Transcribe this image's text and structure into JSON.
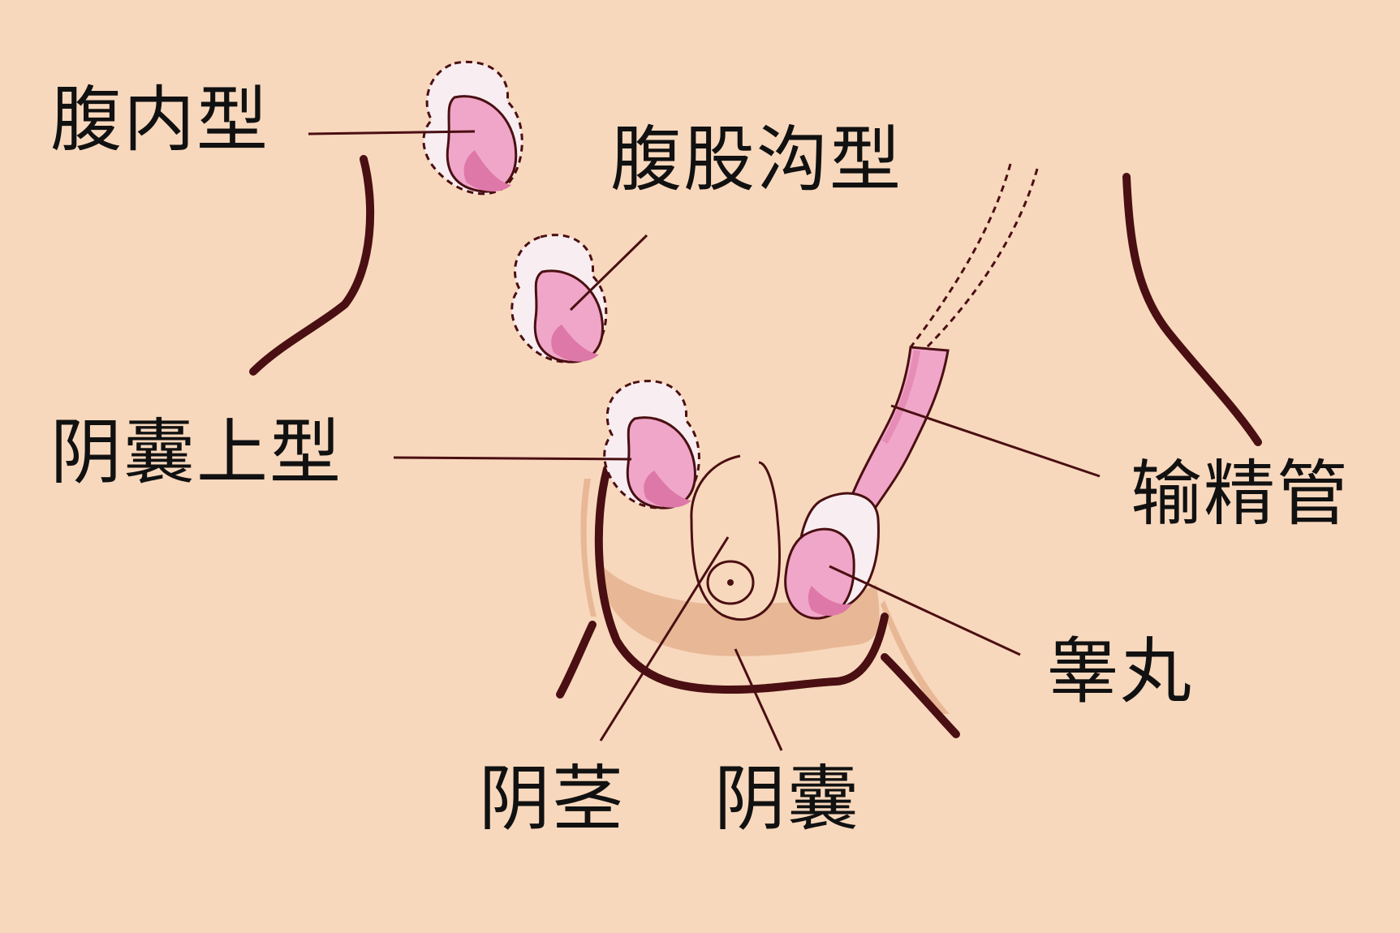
{
  "labels": {
    "abdominal": "腹内型",
    "inguinal": "腹股沟型",
    "suprascrotal": "阴囊上型",
    "vas_deferens": "输精管",
    "testis": "睾丸",
    "penis": "阴茎",
    "scrotum": "阴囊"
  },
  "colors": {
    "background": "#f8d8bd",
    "outline": "#4a0f12",
    "testis_pink": "#f0a6c8",
    "testis_shadow": "#de78a8",
    "tunica_white": "#f8eef2",
    "scrotum_fill": "#e8b896"
  }
}
